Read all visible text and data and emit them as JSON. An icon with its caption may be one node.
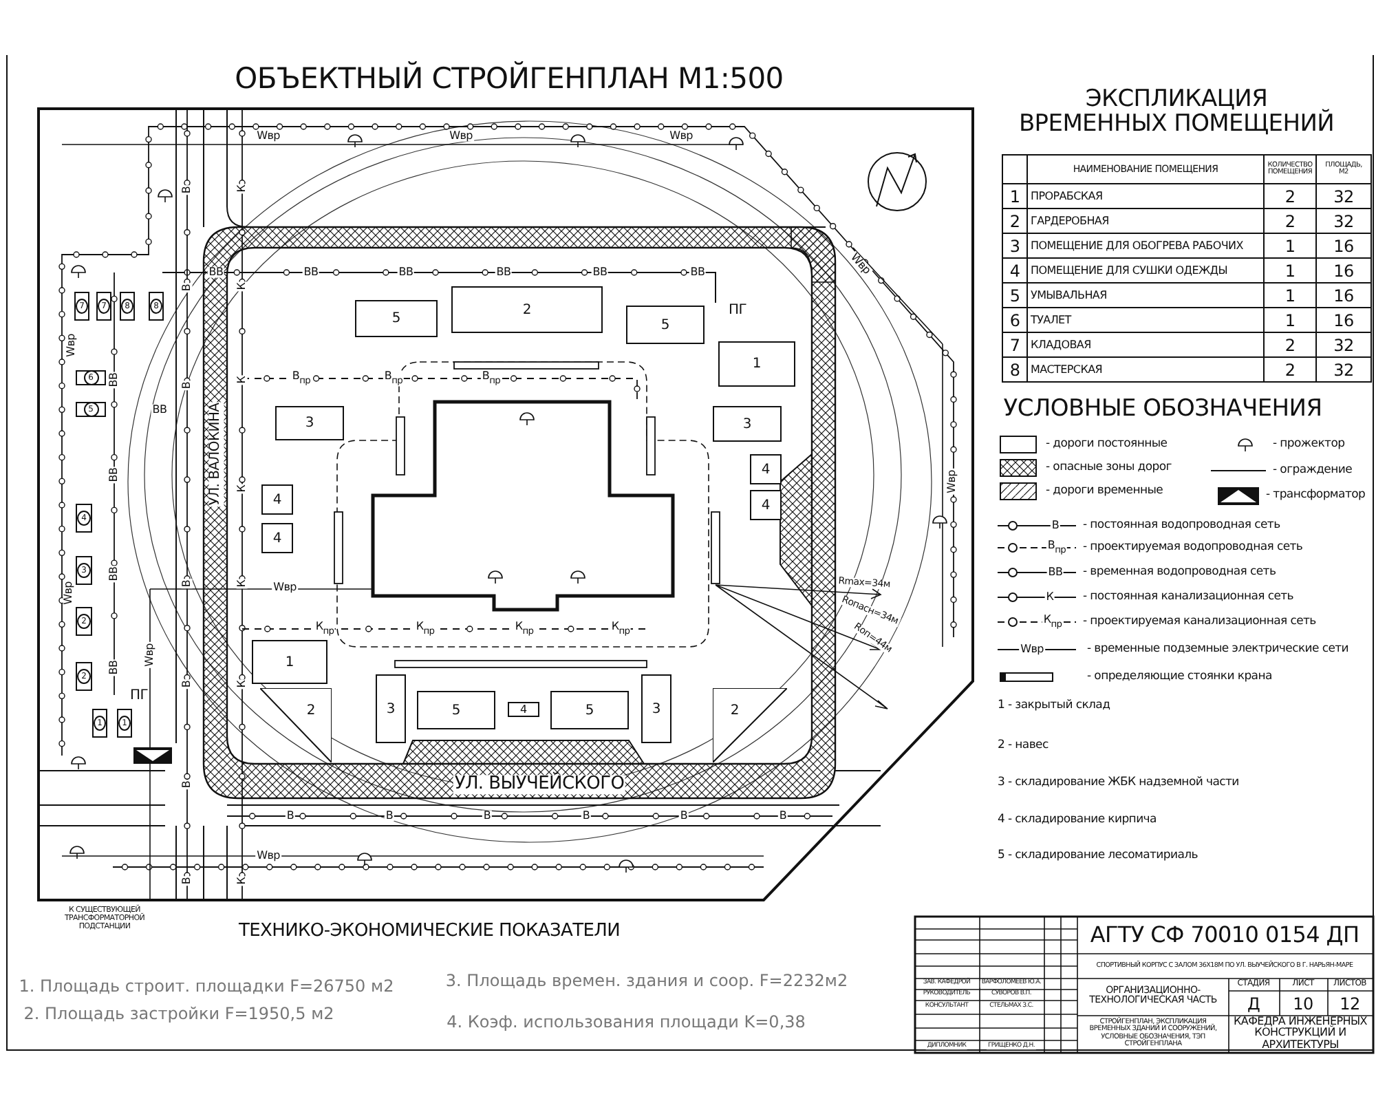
{
  "diagram": {
    "title": "ОБЪЕКТНЫЙ СТРОЙГЕНПЛАН М1:500",
    "nodes": [
      {
        "text": [
          "5"
        ]
      },
      {
        "text": [
          "2"
        ]
      },
      {
        "text": [
          "5"
        ]
      },
      {
        "text": [
          "1"
        ]
      },
      {
        "text": [
          "3"
        ]
      },
      {
        "text": [
          "3"
        ]
      },
      {
        "text": [
          "4"
        ]
      },
      {
        "text": [
          "4"
        ]
      },
      {
        "text": [
          "4"
        ]
      },
      {
        "text": [
          "4"
        ]
      },
      {
        "text": [
          "1"
        ]
      },
      {
        "text": [
          "2"
        ]
      },
      {
        "text": [
          "3"
        ]
      },
      {
        "text": [
          "5"
        ]
      },
      {
        "text": [
          "4"
        ]
      },
      {
        "text": [
          "5"
        ]
      },
      {
        "text": [
          "3"
        ]
      },
      {
        "text": [
          "2"
        ]
      },
      {
        "text": [
          "7"
        ]
      },
      {
        "text": [
          "7"
        ]
      },
      {
        "text": [
          "8"
        ]
      },
      {
        "text": [
          "8"
        ]
      },
      {
        "text": [
          "6"
        ]
      },
      {
        "text": [
          "5"
        ]
      },
      {
        "text": [
          "4"
        ]
      },
      {
        "text": [
          "3"
        ]
      },
      {
        "text": [
          "2"
        ]
      },
      {
        "text": [
          "2"
        ]
      },
      {
        "text": [
          "1"
        ]
      },
      {
        "text": [
          "1"
        ]
      }
    ],
    "edges": [],
    "labels": [
      "ЭКСПЛИКАЦИЯ ВРЕМЕННЫХ ПОМЕЩЕНИЙ",
      "НАИМЕНОВАНИЕ ПОМЕЩЕНИЯ",
      "КОЛИЧЕСТВО ПОМЕЩЕНИЯ",
      "ПЛОЩАДЬ, М2",
      "1",
      "ПРОРАБСКАЯ",
      "2",
      "32",
      "2",
      "ГАРДЕРОБНАЯ",
      "2",
      "32",
      "3",
      "ПОМЕЩЕНИЕ ДЛЯ ОБОГРЕВА РАБОЧИХ",
      "1",
      "16",
      "4",
      "ПОМЕЩЕНИЕ ДЛЯ СУШКИ ОДЕЖДЫ",
      "1",
      "16",
      "5",
      "УМЫВАЛЬНАЯ",
      "1",
      "16",
      "6",
      "ТУАЛЕТ",
      "1",
      "16",
      "7",
      "КЛАДОВАЯ",
      "2",
      "32",
      "8",
      "МАСТЕРСКАЯ",
      "2",
      "32",
      "УСЛОВНЫЕ ОБОЗНАЧЕНИЯ",
      "В",
      "В$_{пр}$",
      "ВВ",
      "К",
      "К$_{пр}$",
      "Wвр",
      "Wвр",
      "Wвр",
      "Wвр",
      "Wвр",
      "Wвр",
      "Wвр",
      "Wвр",
      "Wвр",
      "Wвр",
      "Wвр",
      "ВВ",
      "ВВ",
      "ВВ",
      "ВВ",
      "ВВ",
      "ВВ",
      "ВВ",
      "ВВ",
      "ВВ",
      "ВВ",
      "ВВ",
      "В",
      "В",
      "В",
      "В",
      "В",
      "В",
      "В",
      "В",
      "В",
      "В",
      "В",
      "В",
      "В",
      "К",
      "К",
      "К",
      "К",
      "К",
      "К",
      "К",
      "В$_{пр}$",
      "В$_{пр}$",
      "В$_{пр}$",
      "К$_{пр}$",
      "К$_{пр}$",
      "К$_{пр}$",
      "К$_{пр}$",
      "ПГ",
      "ПГ",
      "УЛ. ВЫУЧЕЙСКОГО",
      "УЛ. ВАЛОКИНА",
      "Rmax=34м",
      "Rопасн=34м",
      "Rоп=44м",
      "К СУЩЕСТВУЮЩЕЙ ТРАНСФОРМАТОРНОЙ ПОДСТАНЦИИ",
      "ТЕХНИКО-ЭКОНОМИЧЕСКИЕ ПОКАЗАТЕЛИ",
      "1. Площадь строит. площадки F=26750 м2",
      "2. Площадь застройки  F=1950,5 м2",
      "3. Площадь времен. здания и соор. F=2232м2",
      "4. Коэф. использования площади K=0,38",
      "АГТУ СФ 70010 0154 ДП",
      "СПОРТИВНЫЙ КОРПУС С ЗАЛОМ 36Х18М ПО УЛ. ВЫУЧЕЙСКОГО В Г. НАРЬЯН-МАРЕ",
      "ЗАВ. КАФЕДРОЙ",
      "ВАРФОЛОМЕЕВ Ю.А.",
      "РУКОВОДИТЕЛЬ",
      "СУВОРОВ В.П.",
      "КОНСУЛЬТАНТ",
      "СТЕЛЬМАХ З.С.",
      "ДИПЛОМНИК",
      "ГРИЩЕНКО Д.Н.",
      "ОРГАНИЗАЦИОННО-ТЕХНОЛОГИЧЕСКАЯ ЧАСТЬ",
      "СТАДИЯ",
      "ЛИСТ",
      "ЛИСТОВ",
      "Д",
      "10",
      "12",
      "СТРОЙГЕНПЛАН, ЭКСПЛИКАЦИЯ ВРЕМЕННЫХ ЗДАНИЙ И СООРУЖЕНИЙ, УСЛОВНЫЕ ОБОЗНАЧЕНИЯ, ТЭП СТРОЙГЕНПЛАНА",
      "КАФЕДРА ИНЖЕНЕРНЫХ КОНСТРУКЦИЙ И АРХИТЕКТУРЫ"
    ],
    "legend": [
      {
        "text": "- дороги постоянные"
      },
      {
        "text": "- прожектор"
      },
      {
        "text": "- опасные зоны дорог"
      },
      {
        "text": "- ограждение"
      },
      {
        "text": "- дороги временные"
      },
      {
        "text": "- трансформатор"
      },
      {
        "text": "- постоянная водопроводная сеть"
      },
      {
        "text": "- проектируемая водопроводная сеть"
      },
      {
        "text": "- временная водопроводная сеть"
      },
      {
        "text": "- постоянная канализационная сеть"
      },
      {
        "text": "- проектируемая канализационная сеть"
      },
      {
        "text": "- временные подземные электрические сети"
      },
      {
        "text": "- определяющие стоянки крана"
      },
      {
        "text": "1 - закрытый склад"
      },
      {
        "text": "2 - навес"
      },
      {
        "text": "3 - складирование ЖБК надземной части"
      },
      {
        "text": "4 - складирование кирпича"
      },
      {
        "text": "5 - складирование лесоматириаль"
      }
    ]
  }
}
